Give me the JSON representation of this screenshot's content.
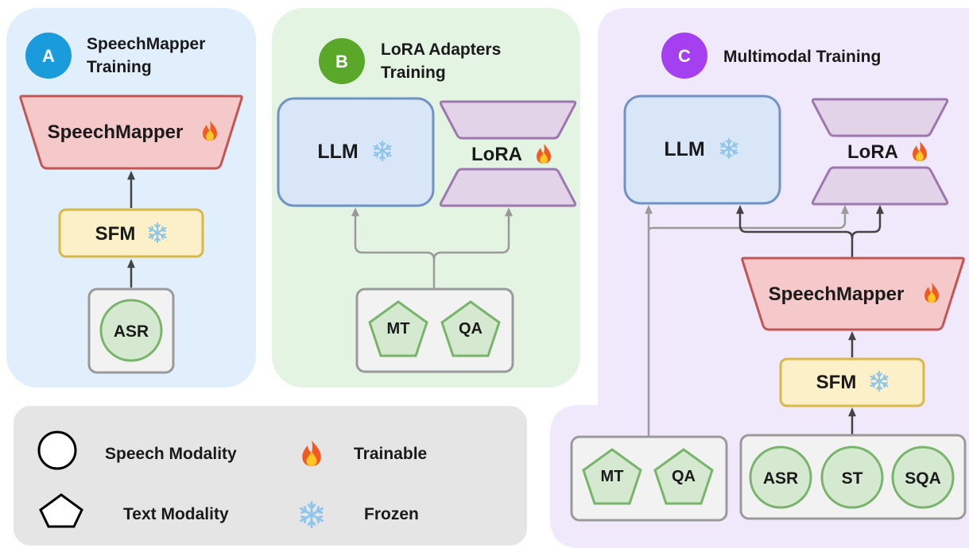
{
  "panel_a": {
    "badge": "A",
    "title_line1": "SpeechMapper",
    "title_line2": "Training",
    "speechmapper": "SpeechMapper",
    "sfm": "SFM",
    "tasks": [
      "ASR"
    ]
  },
  "panel_b": {
    "badge": "B",
    "title_line1": "LoRA Adapters",
    "title_line2": "Training",
    "llm": "LLM",
    "lora": "LoRA",
    "tasks": [
      "MT",
      "QA"
    ]
  },
  "panel_c": {
    "badge": "C",
    "title": "Multimodal Training",
    "llm": "LLM",
    "lora": "LoRA",
    "speechmapper": "SpeechMapper",
    "sfm": "SFM",
    "text_tasks": [
      "MT",
      "QA"
    ],
    "speech_tasks": [
      "ASR",
      "ST",
      "SQA"
    ]
  },
  "legend": {
    "speech_modality": "Speech Modality",
    "text_modality": "Text Modality",
    "trainable": "Trainable",
    "frozen": "Frozen"
  },
  "colors": {
    "panel_a_bg": "#e0effb",
    "panel_b_bg": "#e3f4e3",
    "panel_c_bg": "#efe9fb",
    "legend_bg": "#e5e5e5",
    "badge_a": "#1a9bdc",
    "badge_b": "#5aa82a",
    "badge_c": "#a540f0",
    "speechmapper_fill": "#f5c9c9",
    "speechmapper_stroke": "#c45555",
    "sfm_fill": "#fbf0c8",
    "sfm_stroke": "#d9b845",
    "llm_fill": "#d8e6f8",
    "llm_stroke": "#6e93c4",
    "lora_fill": "#e3d3e8",
    "lora_stroke": "#9d77ad",
    "task_fill": "#d5e9d0",
    "task_stroke": "#78b46a",
    "container_fill": "#f2f2f2",
    "container_stroke": "#9a9a9a"
  },
  "icons": {
    "trainable": "fire-icon",
    "frozen": "snowflake-icon"
  }
}
